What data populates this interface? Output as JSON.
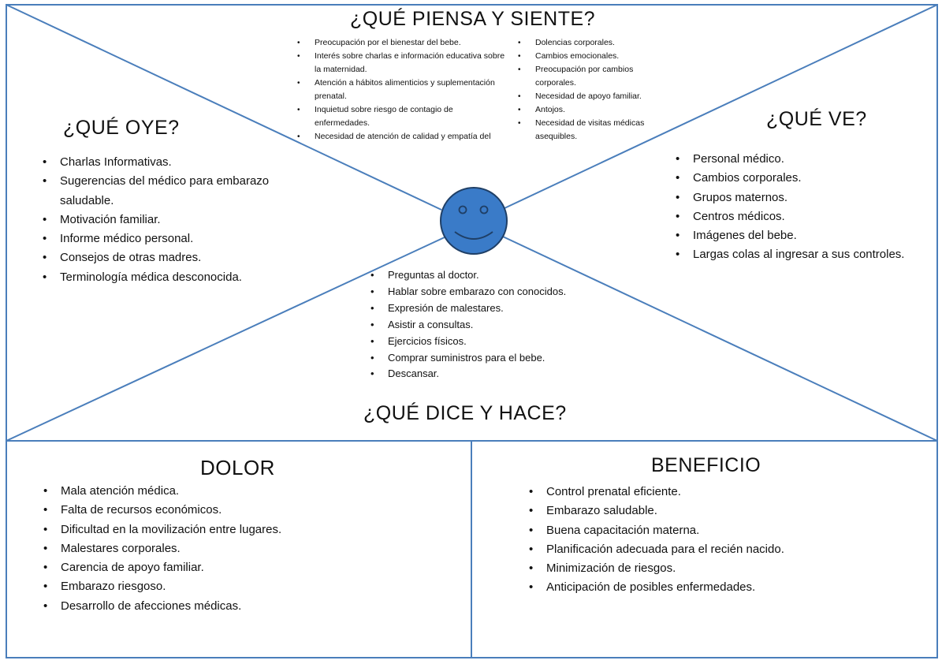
{
  "piensa": {
    "title": "¿QUÉ PIENSA Y SIENTE?",
    "left_items": [
      "Preocupación por el bienestar del bebe.",
      "Interés sobre charlas e información educativa sobre la maternidad.",
      "Atención a hábitos alimenticios y suplementación prenatal.",
      "Inquietud sobre riesgo de contagio de enfermedades.",
      "Necesidad de atención de calidad y empatía del"
    ],
    "right_items": [
      "Dolencias corporales.",
      "Cambios emocionales.",
      "Preocupación por cambios corporales.",
      "Necesidad de apoyo familiar.",
      "Antojos.",
      "Necesidad de visitas médicas asequibles."
    ]
  },
  "oye": {
    "title": "¿QUÉ OYE?",
    "items": [
      "Charlas Informativas.",
      "Sugerencias del médico para embarazo saludable.",
      "Motivación familiar.",
      "Informe médico personal.",
      "Consejos de otras madres.",
      "Terminología médica desconocida."
    ]
  },
  "ve": {
    "title": "¿QUÉ VE?",
    "items": [
      "Personal médico.",
      "Cambios corporales.",
      "Grupos maternos.",
      "Centros médicos.",
      "Imágenes del bebe.",
      "Largas colas al ingresar a sus controles."
    ]
  },
  "dice": {
    "title": "¿QUÉ DICE Y HACE?",
    "items": [
      "Preguntas al doctor.",
      "Hablar sobre embarazo con conocidos.",
      "Expresión de malestares.",
      "Asistir a consultas.",
      "Ejercicios físicos.",
      "Comprar suministros para el bebe.",
      "Descansar."
    ]
  },
  "dolor": {
    "title": "DOLOR",
    "items": [
      "Mala atención médica.",
      "Falta de recursos económicos.",
      "Dificultad en la movilización entre lugares.",
      "Malestares corporales.",
      "Carencia de apoyo familiar.",
      "Embarazo riesgoso.",
      "Desarrollo de afecciones médicas."
    ]
  },
  "beneficio": {
    "title": "BENEFICIO",
    "items": [
      "Control prenatal eficiente.",
      "Embarazo saludable.",
      "Buena capacitación materna.",
      "Planificación adecuada para el recién nacido.",
      "Minimización de riesgos.",
      "Anticipación de posibles enfermedades."
    ]
  },
  "colors": {
    "line": "#4a7ebb",
    "face_fill": "#3a7bc8",
    "face_stroke": "#1f3f66"
  }
}
